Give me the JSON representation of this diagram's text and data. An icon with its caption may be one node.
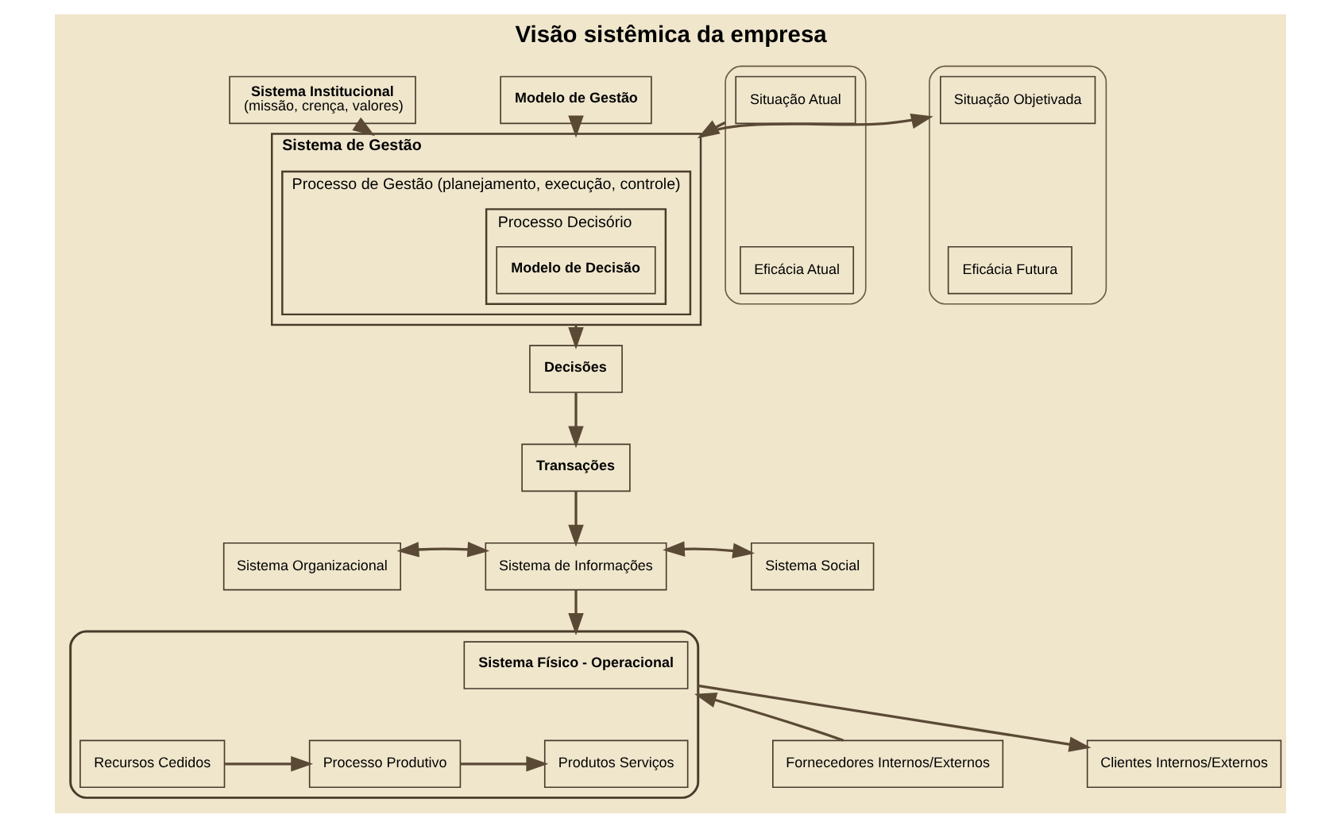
{
  "diagram": {
    "title": "Visão sistêmica da empresa",
    "nodes": [
      {
        "text": [
          "Sistema Institucional",
          "(missão, crença, valores)"
        ]
      },
      {
        "text": [
          "Modelo de Gestão"
        ]
      },
      {
        "text": [],
        "shape": "ellipse"
      },
      {
        "text": [
          "Situação Atual"
        ],
        "in": 2
      },
      {
        "text": [
          "Eficácia Atual"
        ],
        "in": 2
      },
      {
        "text": [
          "Sistema de Gestão"
        ]
      },
      {
        "text": [
          "Processo de Gestão (planejamento, execução, controle)"
        ],
        "in": 5
      },
      {
        "text": [
          "Processo Decisório"
        ],
        "in": 6
      },
      {
        "text": [
          "Modelo de Decisão"
        ],
        "in": 7
      },
      {
        "text": [],
        "shape": "ellipse"
      },
      {
        "text": [
          "Situação Objetivada"
        ],
        "in": 9
      },
      {
        "text": [
          "Eficácia Futura"
        ],
        "in": 9
      },
      {
        "text": [
          "Decisões"
        ]
      },
      {
        "text": [
          "Transações"
        ]
      },
      {
        "text": [
          "Sistema Organizacional"
        ]
      },
      {
        "text": [
          "Sistema de Informações"
        ]
      },
      {
        "text": [
          "Sistema Social"
        ]
      },
      {
        "text": [],
        "shape": "box"
      },
      {
        "text": [
          "Sistema Físico - Operacional"
        ],
        "in": 17
      },
      {
        "text": [
          "Recursos Cedidos"
        ],
        "in": 17
      },
      {
        "text": [
          "Processo Produtivo"
        ],
        "in": 17
      },
      {
        "text": [
          "Produtos Serviços"
        ],
        "in": 17
      },
      {
        "text": [
          "Fornecedores Internos/Externos"
        ]
      },
      {
        "text": [
          "Clientes Internos/Externos"
        ]
      }
    ],
    "edges": [
      {
        "from": 0,
        "to": 5,
        "arrow": "to"
      },
      {
        "from": 1,
        "to": 5,
        "arrow": "to"
      },
      {
        "from": 2,
        "to": 5,
        "arrow": "to"
      },
      {
        "from": 5,
        "to": 9,
        "arrow": "to"
      },
      {
        "from": 5,
        "to": 12,
        "arrow": "to"
      },
      {
        "from": 12,
        "to": 13,
        "arrow": "to"
      },
      {
        "from": 13,
        "to": 15,
        "arrow": "to"
      },
      {
        "from": 14,
        "to": 15,
        "arrow": "both"
      },
      {
        "from": 15,
        "to": 16,
        "arrow": "both"
      },
      {
        "from": 15,
        "to": 17,
        "arrow": "to"
      },
      {
        "from": 19,
        "to": 20,
        "arrow": "to"
      },
      {
        "from": 20,
        "to": 21,
        "arrow": "to"
      },
      {
        "from": 22,
        "to": 17,
        "arrow": "to"
      },
      {
        "from": 17,
        "to": 23,
        "arrow": "to"
      }
    ]
  }
}
